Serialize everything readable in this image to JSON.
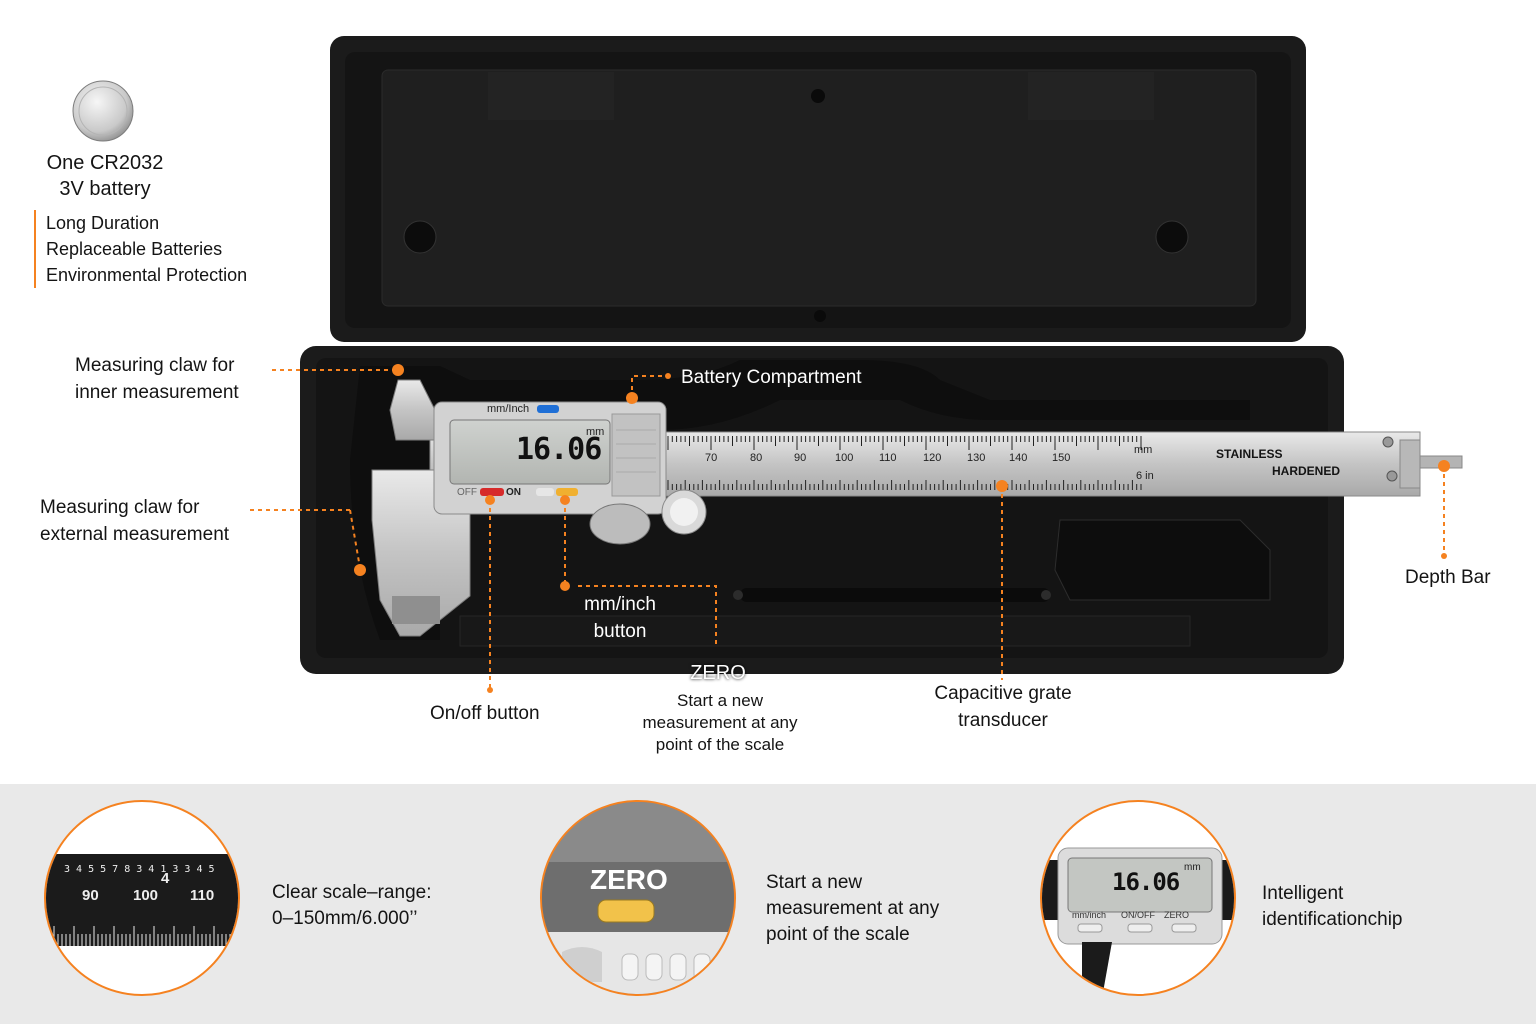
{
  "battery": {
    "title_line1": "One CR2032",
    "title_line2": "3V battery",
    "features": [
      "Long Duration",
      "Replaceable Batteries",
      "Environmental Protection"
    ]
  },
  "callouts": {
    "inner_claw": [
      "Measuring claw for",
      "inner measurement"
    ],
    "external_claw": [
      "Measuring claw for",
      "external measurement"
    ],
    "battery_compartment": "Battery Compartment",
    "mm_inch_button": [
      "mm/inch",
      "button"
    ],
    "zero_title": "ZERO",
    "zero_desc": [
      "Start a new",
      "measurement at any",
      "point of the scale"
    ],
    "on_off": "On/off button",
    "transducer": [
      "Capacitive grate",
      "transducer"
    ],
    "depth_bar": "Depth Bar"
  },
  "caliper": {
    "display_value": "16.06",
    "unit_mm": "mm",
    "mm_inch_label": "mm/Inch",
    "off_label": "OFF",
    "on_label": "ON",
    "scale_numbers": [
      "70",
      "80",
      "90",
      "100",
      "110",
      "120",
      "130",
      "140",
      "150"
    ],
    "scale_unit": "mm",
    "inch_label": "6 in",
    "stainless": "STAINLESS",
    "hardened": "HARDENED"
  },
  "features": {
    "scale": {
      "text_line1": "Clear scale–range:",
      "text_line2": "0–150mm/6.000’’",
      "numbers": [
        "90",
        "100",
        "110"
      ],
      "top_digits": "3 4 5 5 7 8 3 4 1 3 3 4 5",
      "inch_mark": "4"
    },
    "zero": {
      "button_label": "ZERO",
      "text": [
        "Start a new",
        "measurement at any",
        "point of the scale"
      ]
    },
    "chip": {
      "display_value": "16.06",
      "unit": "mm",
      "buttons": [
        "mm/inch",
        "ON/OFF",
        "ZERO"
      ],
      "text": [
        "Intelligent",
        "identificationchip"
      ]
    }
  },
  "colors": {
    "accent": "#f58220",
    "case": "#1a1a1a",
    "steel": "#c9c9c9",
    "band": "#e9e9e9"
  }
}
